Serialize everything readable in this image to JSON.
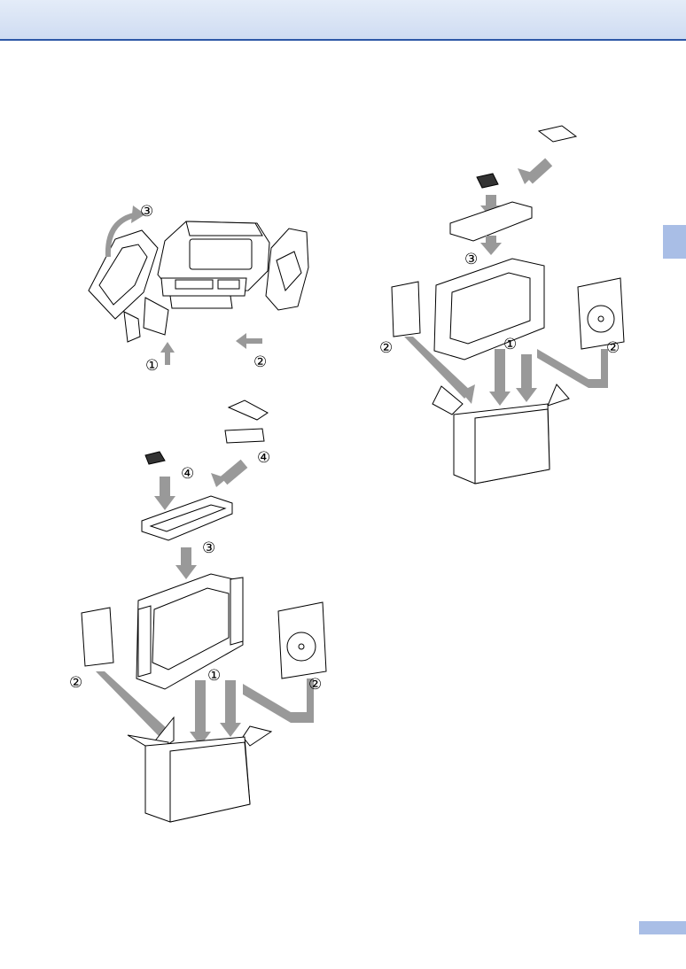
{
  "markers": {
    "one": "①",
    "two": "②",
    "three": "③",
    "four": "④"
  },
  "colors": {
    "header_fill": "#cfdcf2",
    "header_rule": "#2d57a6",
    "tab_fill": "#a9bee6",
    "arrow_gray": "#999999"
  }
}
